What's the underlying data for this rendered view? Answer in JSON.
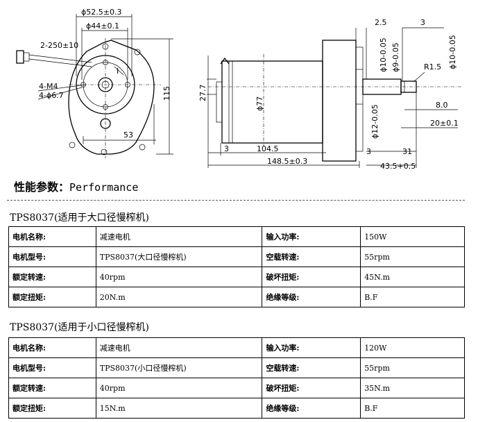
{
  "drawing": {
    "left": {
      "d_52_5": "ϕ52.5±0.3",
      "d_44": "ϕ44±0.1",
      "wire": "2-250±10",
      "m4": "4-M4",
      "h67": "4-ϕ6.7",
      "d_115": "115",
      "d_53": "53",
      "roman_one": "I"
    },
    "right": {
      "d_27_7": "27.7",
      "d_77": "ϕ77",
      "d_3a": "3",
      "d_104_5": "104.5",
      "d_148_5": "148.5±0.3",
      "d_2_5": "2.5",
      "d_3b": "3",
      "d_10a": "ϕ10-0.05",
      "d_9": "ϕ9-0.05",
      "d_10b": "ϕ10-0.05",
      "d_r15": "R1.5",
      "d_8": "8.0",
      "d_12": "ϕ12-0.05",
      "d_20": "20±0.1",
      "d_3c": "3",
      "d_31": "31",
      "d_43_5": "43.5+0.5"
    }
  },
  "section": {
    "title_cn": "性能参数：",
    "title_en": "Performance"
  },
  "tables": [
    {
      "title": "TPS8037(适用于大口径慢榨机)",
      "rows": [
        [
          "电机名称:",
          "减速电机",
          "输入功率:",
          "150W"
        ],
        [
          "电机型号:",
          "TPS8037(大口径慢榨机)",
          "空载转速:",
          "55rpm"
        ],
        [
          "额定转速:",
          "40rpm",
          "破坏扭矩:",
          "45N.m"
        ],
        [
          "额定扭矩:",
          "20N.m",
          "绝缘等级:",
          "B.F"
        ]
      ]
    },
    {
      "title": "TPS8037(适用于小口径慢榨机)",
      "rows": [
        [
          "电机名称:",
          "减速电机",
          "输入功率:",
          "120W"
        ],
        [
          "电机型号:",
          "TPS8037(小口径慢榨机)",
          "空载转速:",
          "55rpm"
        ],
        [
          "额定转速:",
          "40rpm",
          "破坏扭矩:",
          "35N.m"
        ],
        [
          "额定扭矩:",
          "15N.m",
          "绝缘等级:",
          "B.F"
        ]
      ]
    }
  ]
}
